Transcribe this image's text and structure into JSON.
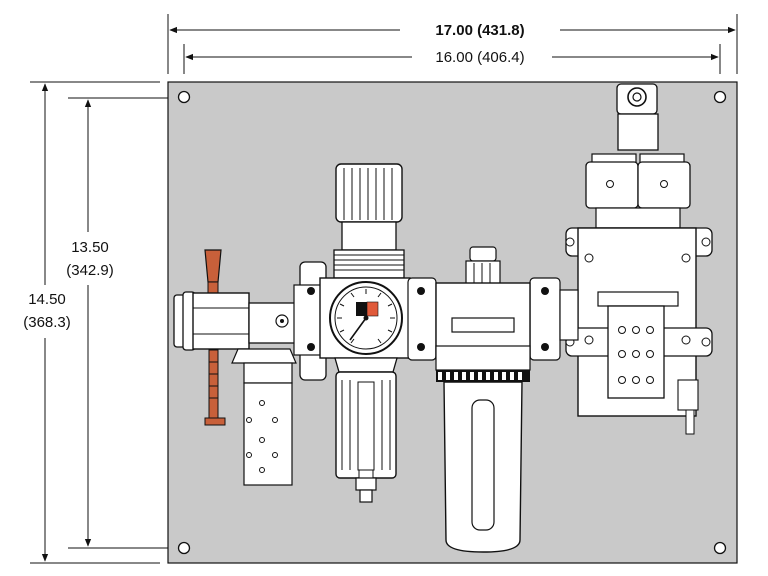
{
  "dimensions": {
    "overall_width": "17.00 (431.8)",
    "hole_spacing_width": "16.00 (406.4)",
    "hole_spacing_height_in": "13.50",
    "hole_spacing_height_mm": "(342.9)",
    "overall_height_in": "14.50",
    "overall_height_mm": "(368.3)"
  },
  "colors": {
    "panel": "#c9c9c9",
    "lever": "#c8603a",
    "body_white": "#ffffff",
    "outline": "#111111",
    "gauge_square_red": "#e05a3a",
    "gauge_square_dark": "#111111"
  },
  "components": {
    "shutoff_valve": "shutoff-valve-with-lockout-lever",
    "filter_regulator": "filter-regulator-with-gauge",
    "lubricator": "lubricator-with-bowl",
    "solenoid_valve": "dual-solenoid-valve"
  }
}
